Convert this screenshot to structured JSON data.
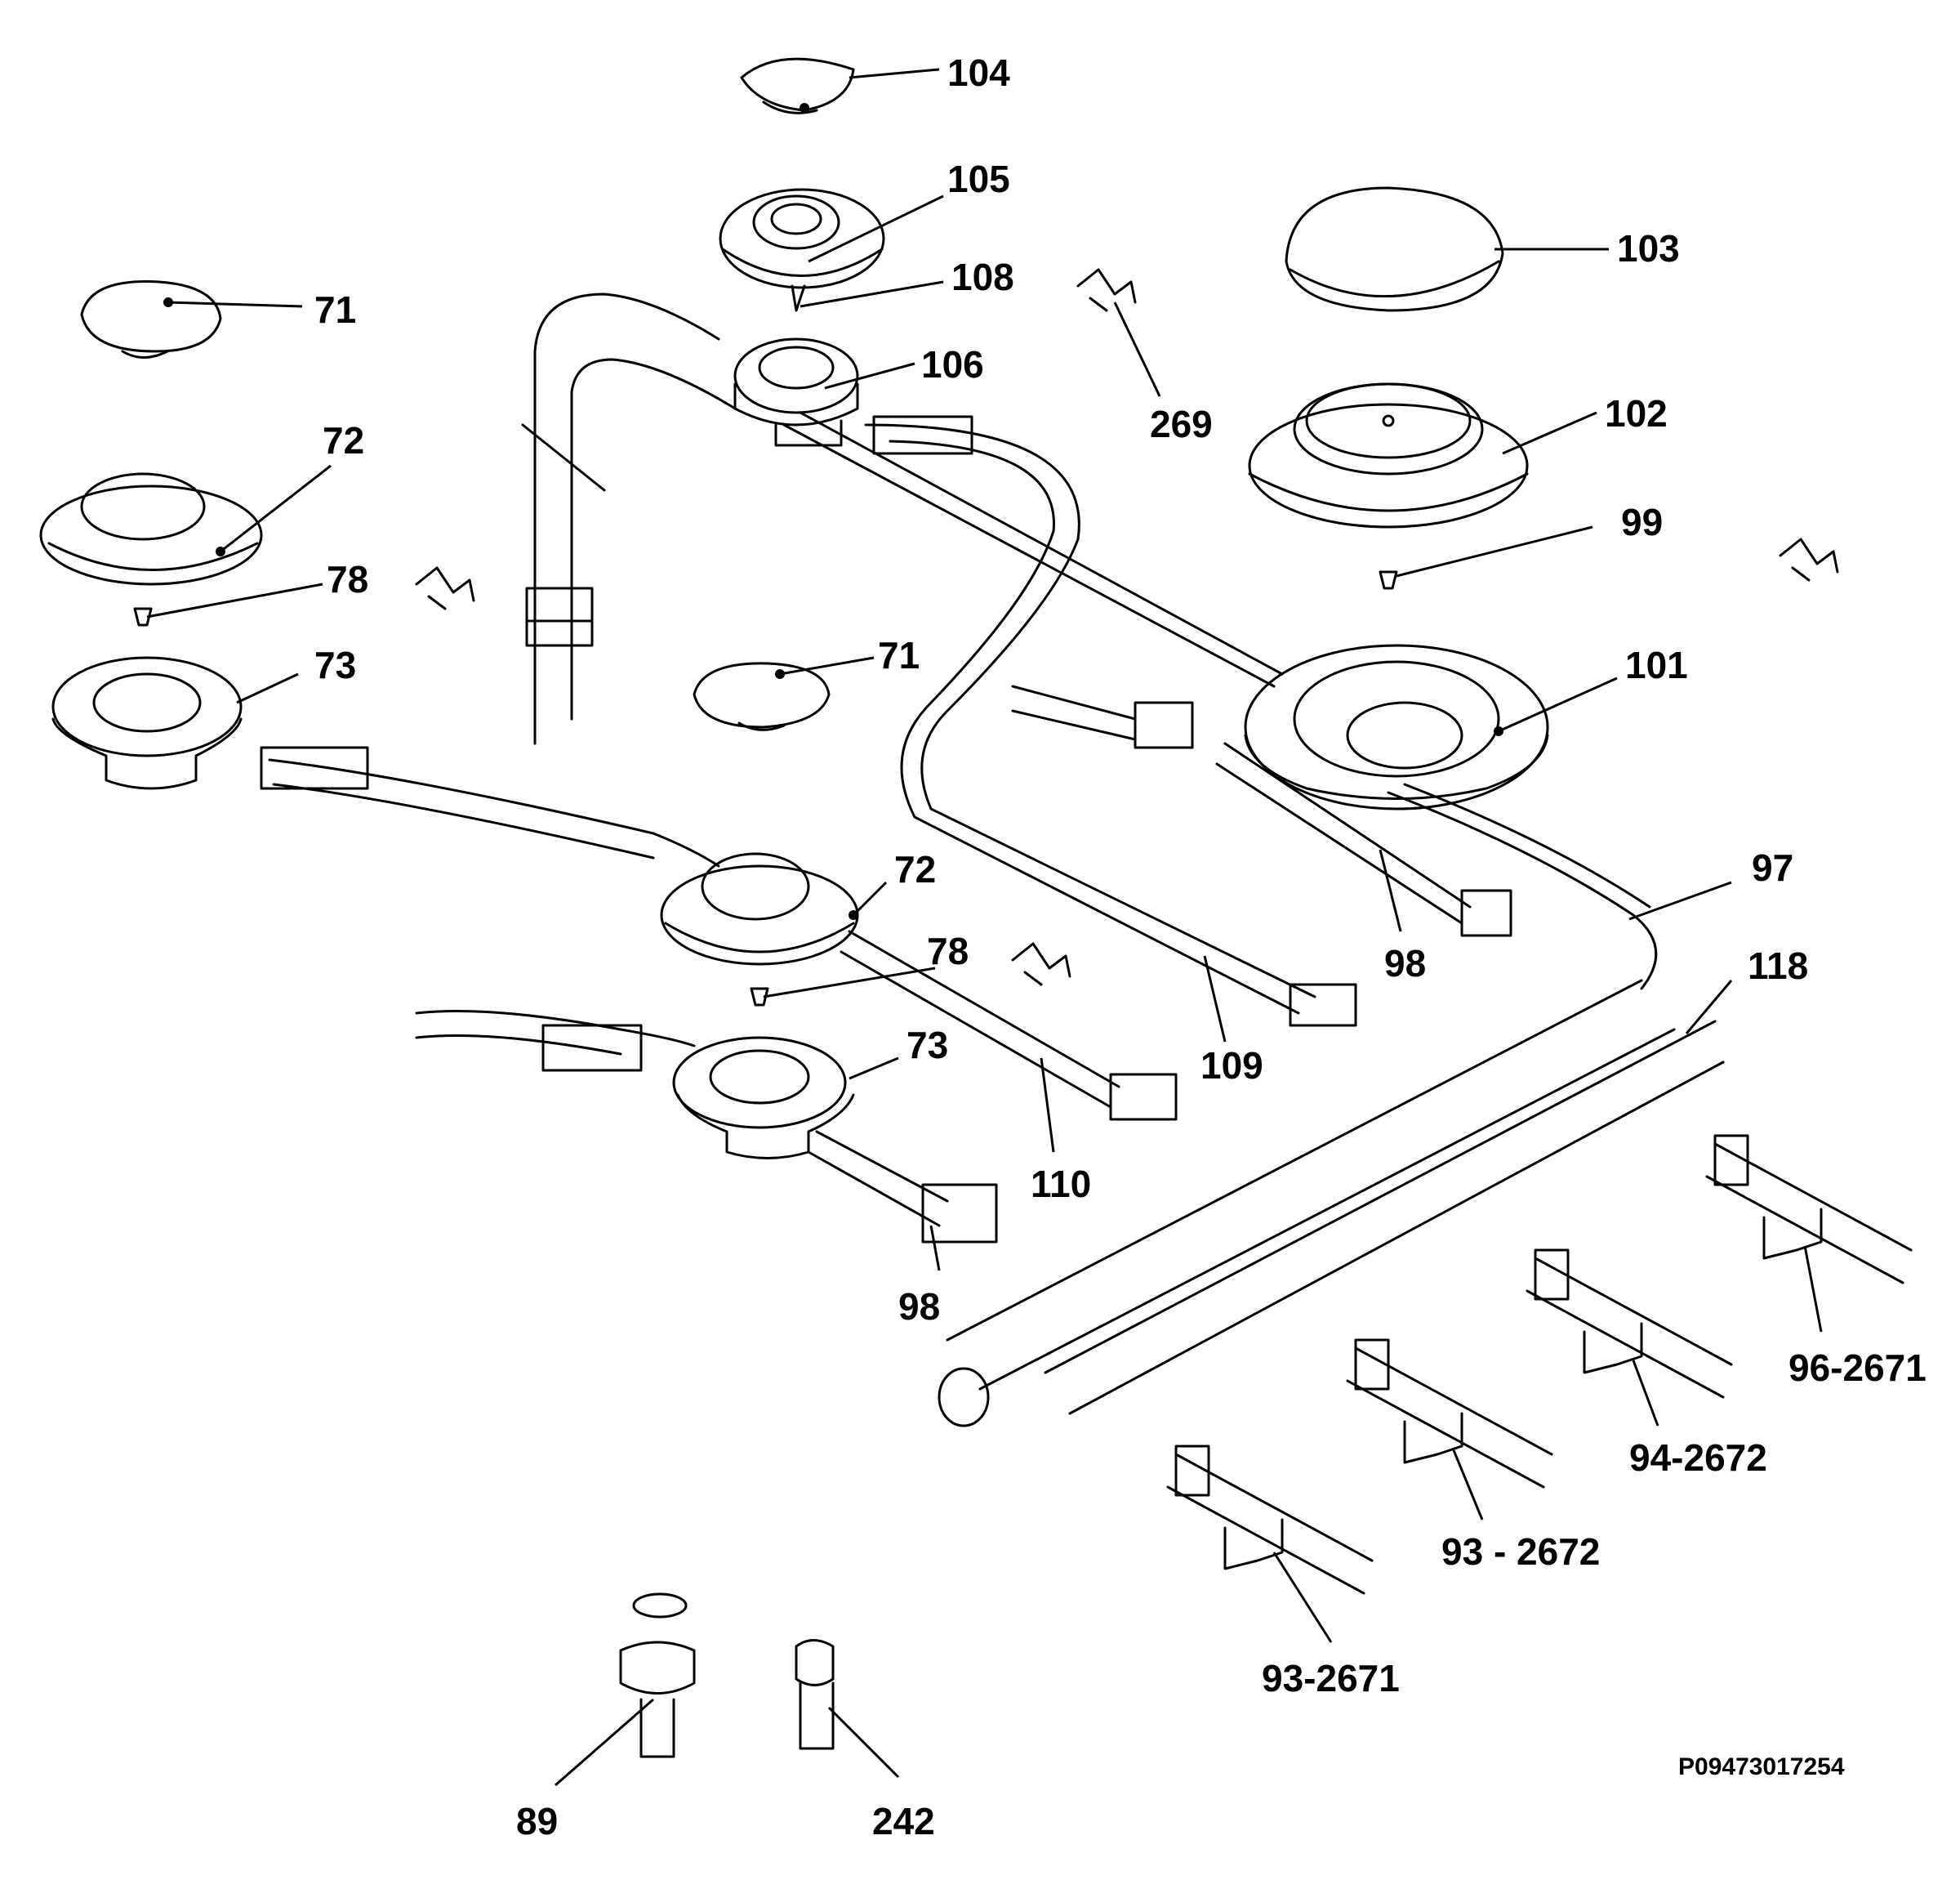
{
  "reference_code": "P09473017254",
  "callouts": [
    {
      "id": "c-104",
      "text": "104"
    },
    {
      "id": "c-105",
      "text": "105"
    },
    {
      "id": "c-108",
      "text": "108"
    },
    {
      "id": "c-106",
      "text": "106"
    },
    {
      "id": "c-103",
      "text": "103"
    },
    {
      "id": "c-102",
      "text": "102"
    },
    {
      "id": "c-99",
      "text": "99"
    },
    {
      "id": "c-269",
      "text": "269"
    },
    {
      "id": "c-71a",
      "text": "71"
    },
    {
      "id": "c-72a",
      "text": "72"
    },
    {
      "id": "c-78a",
      "text": "78"
    },
    {
      "id": "c-73a",
      "text": "73"
    },
    {
      "id": "c-71b",
      "text": "71"
    },
    {
      "id": "c-101",
      "text": "101"
    },
    {
      "id": "c-97",
      "text": "97"
    },
    {
      "id": "c-98a",
      "text": "98"
    },
    {
      "id": "c-118",
      "text": "118"
    },
    {
      "id": "c-72b",
      "text": "72"
    },
    {
      "id": "c-78b",
      "text": "78"
    },
    {
      "id": "c-73b",
      "text": "73"
    },
    {
      "id": "c-109",
      "text": "109"
    },
    {
      "id": "c-110",
      "text": "110"
    },
    {
      "id": "c-98b",
      "text": "98"
    },
    {
      "id": "c-96-2671",
      "text": "96-2671"
    },
    {
      "id": "c-94-2672",
      "text": "94-2672"
    },
    {
      "id": "c-93-2672",
      "text": "93 - 2672"
    },
    {
      "id": "c-93-2671",
      "text": "93-2671"
    },
    {
      "id": "c-89",
      "text": "89"
    },
    {
      "id": "c-242",
      "text": "242"
    }
  ]
}
